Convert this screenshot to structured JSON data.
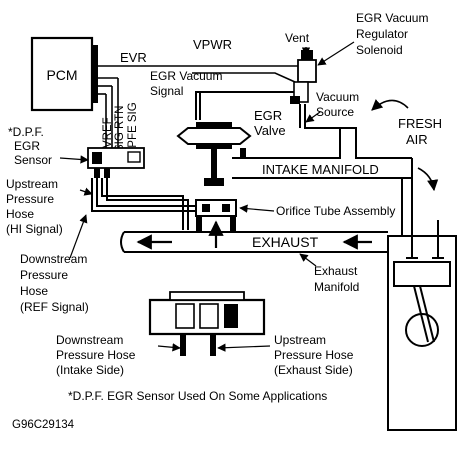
{
  "labels": {
    "pcm": "PCM",
    "evr": "EVR",
    "vpwr": "VPWR",
    "vent": "Vent",
    "egr_regulator_1": "EGR Vacuum",
    "egr_regulator_2": "Regulator",
    "egr_regulator_3": "Solenoid",
    "egr_vac_signal_1": "EGR Vacuum",
    "egr_vac_signal_2": "Signal",
    "egr_valve_1": "EGR",
    "egr_valve_2": "Valve",
    "vacuum_source_1": "Vacuum",
    "vacuum_source_2": "Source",
    "fresh_air_1": "FRESH",
    "fresh_air_2": "AIR",
    "vref": "VREF",
    "sig_rtn": "SIG RTN",
    "dpfe_sig": "DPFE SIG",
    "dpfe_sensor_1": "*D.P.F.",
    "dpfe_sensor_2": "EGR",
    "dpfe_sensor_3": "Sensor",
    "intake_manifold": "INTAKE MANIFOLD",
    "upstream_hose_1": "Upstream",
    "upstream_hose_2": "Pressure",
    "upstream_hose_3": "Hose",
    "upstream_hose_4": "(HI Signal)",
    "orifice_tube": "Orifice Tube Assembly",
    "exhaust": "EXHAUST",
    "downstream_hose_1": "Downstream",
    "downstream_hose_2": "Pressure",
    "downstream_hose_3": "Hose",
    "downstream_hose_4": "(REF Signal)",
    "exhaust_manifold_1": "Exhaust",
    "exhaust_manifold_2": "Manifold",
    "inset_downstream_1": "Downstream",
    "inset_downstream_2": "Pressure Hose",
    "inset_downstream_3": "(Intake Side)",
    "inset_upstream_1": "Upstream",
    "inset_upstream_2": "Pressure Hose",
    "inset_upstream_3": "(Exhaust Side)",
    "footnote": "*D.P.F. EGR Sensor Used On Some Applications",
    "figure_id": "G96C29134"
  }
}
